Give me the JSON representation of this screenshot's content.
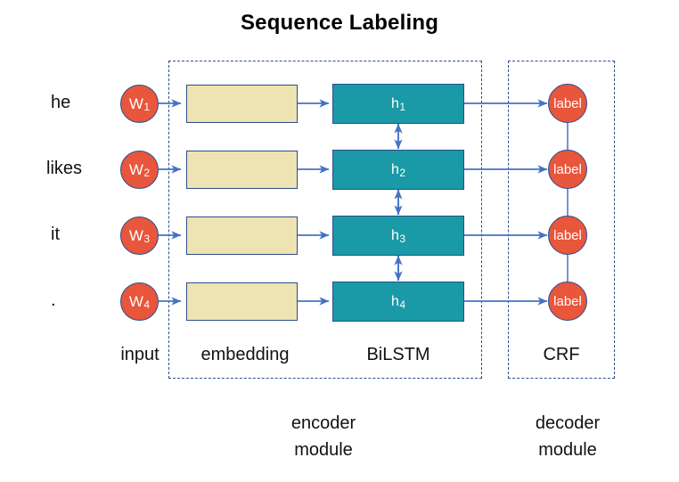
{
  "diagram": {
    "title": "Sequence Labeling",
    "rows": [
      {
        "word": "he",
        "token": "W",
        "token_sub": "1",
        "hidden": "h",
        "hidden_sub": "1",
        "label": "label"
      },
      {
        "word": "likes",
        "token": "W",
        "token_sub": "2",
        "hidden": "h",
        "hidden_sub": "2",
        "label": "label"
      },
      {
        "word": "it",
        "token": "W",
        "token_sub": "3",
        "hidden": "h",
        "hidden_sub": "3",
        "label": "label"
      },
      {
        "word": ".",
        "token": "W",
        "token_sub": "4",
        "hidden": "h",
        "hidden_sub": "4",
        "label": "label"
      }
    ],
    "columns": {
      "input": "input",
      "embedding": "embedding",
      "bilstm": "BiLSTM",
      "crf": "CRF"
    },
    "modules": {
      "encoder_line1": "encoder",
      "encoder_line2": "module",
      "decoder_line1": "decoder",
      "decoder_line2": "module"
    },
    "colors": {
      "node_fill": "#E8563B",
      "node_stroke": "#2E4C8C",
      "embedding_fill": "#EEE3B2",
      "lstm_fill": "#199AA6",
      "arrow": "#4472C4",
      "dashed_border": "#2E4C8C",
      "text": "#111111",
      "background": "#FFFFFF"
    }
  }
}
